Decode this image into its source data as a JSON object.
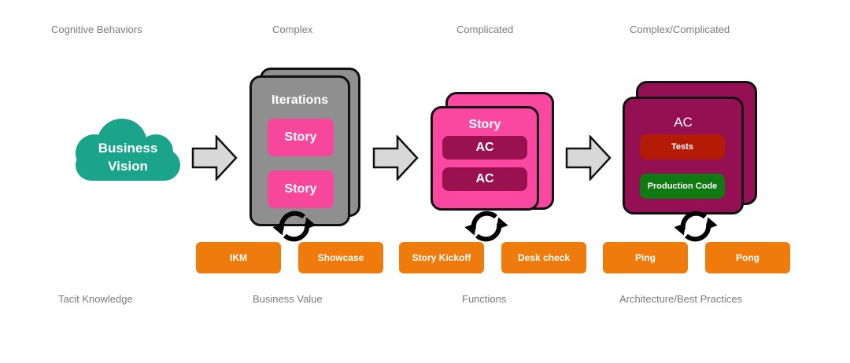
{
  "top_labels": [
    "Cognitive Behaviors",
    "Complex",
    "Complicated",
    "Complex/Complicated"
  ],
  "bottom_labels": [
    "Tacit Knowledge",
    "Business Value",
    "Functions",
    "Architecture/Best Practices"
  ],
  "cloud": {
    "line1": "Business",
    "line2": "Vision",
    "color": "#1aa58a"
  },
  "stage_iterations": {
    "title": "Iterations",
    "items": [
      "Story",
      "Story"
    ],
    "card_color": "#8f8f8f",
    "item_color": "#f7479d",
    "practices": [
      "IKM",
      "Showcase"
    ]
  },
  "stage_story": {
    "title": "Story",
    "items": [
      "AC",
      "AC"
    ],
    "card_color": "#fa48a0",
    "item_color": "#9a1150",
    "practices": [
      "Story Kickoff",
      "Desk check"
    ]
  },
  "stage_ac": {
    "title": "AC",
    "items": [
      "Tests",
      "Production Code"
    ],
    "card_color": "#941052",
    "item_colors": [
      "#b31b07",
      "#0f7a12"
    ],
    "practices": [
      "Ping",
      "Pong"
    ]
  },
  "practice_color": "#ef7b0c",
  "icons": {
    "arrow": "right-arrow-icon",
    "cycle": "refresh-cycle-icon",
    "cloud": "cloud-icon"
  }
}
